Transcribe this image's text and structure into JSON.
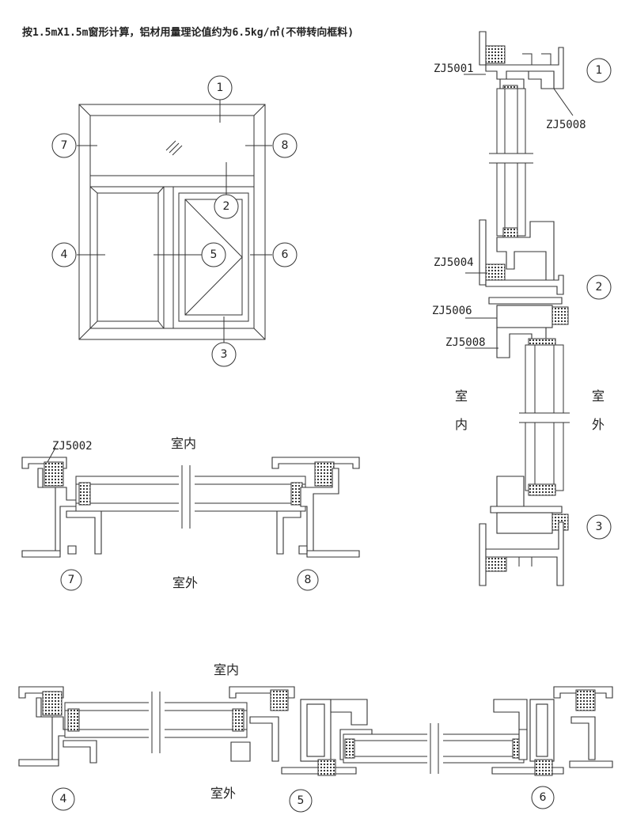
{
  "note": "按1.5mX1.5m窗形计算，铝材用量理论值约为6.5kg/㎡(不带转向框料)",
  "markers": [
    "1",
    "2",
    "3",
    "4",
    "5",
    "6",
    "7",
    "8"
  ],
  "codes": {
    "zj5001": "ZJ5001",
    "zj5008_top": "ZJ5008",
    "zj5004": "ZJ5004",
    "zj5006": "ZJ5006",
    "zj5008_mid": "ZJ5008",
    "zj5002": "ZJ5002"
  },
  "rooms": {
    "indoor": "室内",
    "outdoor": "室外",
    "shi": "室",
    "nei": "内",
    "wai": "外"
  }
}
